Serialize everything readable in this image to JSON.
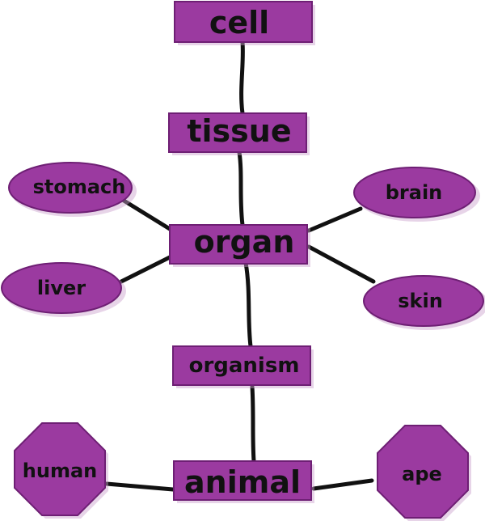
{
  "nodes": {
    "cell": "cell",
    "tissue": "tissue",
    "organ": "organ",
    "organism": "organism",
    "animal": "animal",
    "stomach": "stomach",
    "liver": "liver",
    "brain": "brain",
    "skin": "skin",
    "human": "human",
    "ape": "ape"
  },
  "colors": {
    "node_fill": "#9b3aa0",
    "connector": "#111111"
  }
}
